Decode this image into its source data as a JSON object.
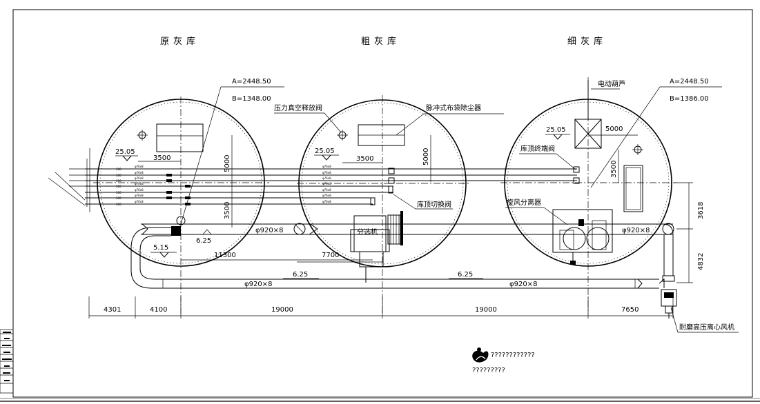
{
  "silos": {
    "left_title": "原灰库",
    "mid_title": "粗灰库",
    "right_title": "细灰库"
  },
  "callouts": {
    "left_a": "A=2448.50",
    "left_b": "B=1348.00",
    "right_a": "A=2448.50",
    "right_b": "B=1386.00",
    "vacuum_valve": "压力真空释放阀",
    "bag_filter": "脉冲式布袋除尘器",
    "electric_hoist": "电动葫芦",
    "end_valve": "库顶终端阀",
    "switch_valve": "库顶切换阀",
    "cyclone": "旋风分离器",
    "classifier": "分选机",
    "fan": "耐磨高压离心风机"
  },
  "dims": {
    "elev_left": "25.05",
    "elev_mid": "25.05",
    "elev_right": "25.05",
    "elev_low": "5.15",
    "d3500_a": "3500",
    "d3500_b": "3500",
    "d3500_c": "3500",
    "d3500_d": "3500",
    "d5000_a": "5000",
    "d5000_b": "5000",
    "d5000_c": "5000",
    "slope_1": "6.25",
    "slope_2": "6.25",
    "slope_3": "6.25",
    "pipe_1": "φ920×8",
    "pipe_2": "φ920×8",
    "pipe_3": "φ920×8",
    "pipe_4": "φ920×8",
    "d11300": "11300",
    "d7700": "7700",
    "d3618": "3618",
    "d4832": "4832",
    "bottom": [
      "4301",
      "4100",
      "19000",
      "19000",
      "7650"
    ]
  },
  "pipe_tags": [
    "500",
    "500",
    "500",
    "500",
    "500",
    "500",
    "500"
  ],
  "pipe_specs": [
    "φ76x8",
    "φ76x8",
    "φ76x8",
    "φ76x8",
    "φ76x8",
    "φ76x8",
    "φ76x8"
  ],
  "logo": {
    "line1": "????????????",
    "line2": "?????????"
  }
}
